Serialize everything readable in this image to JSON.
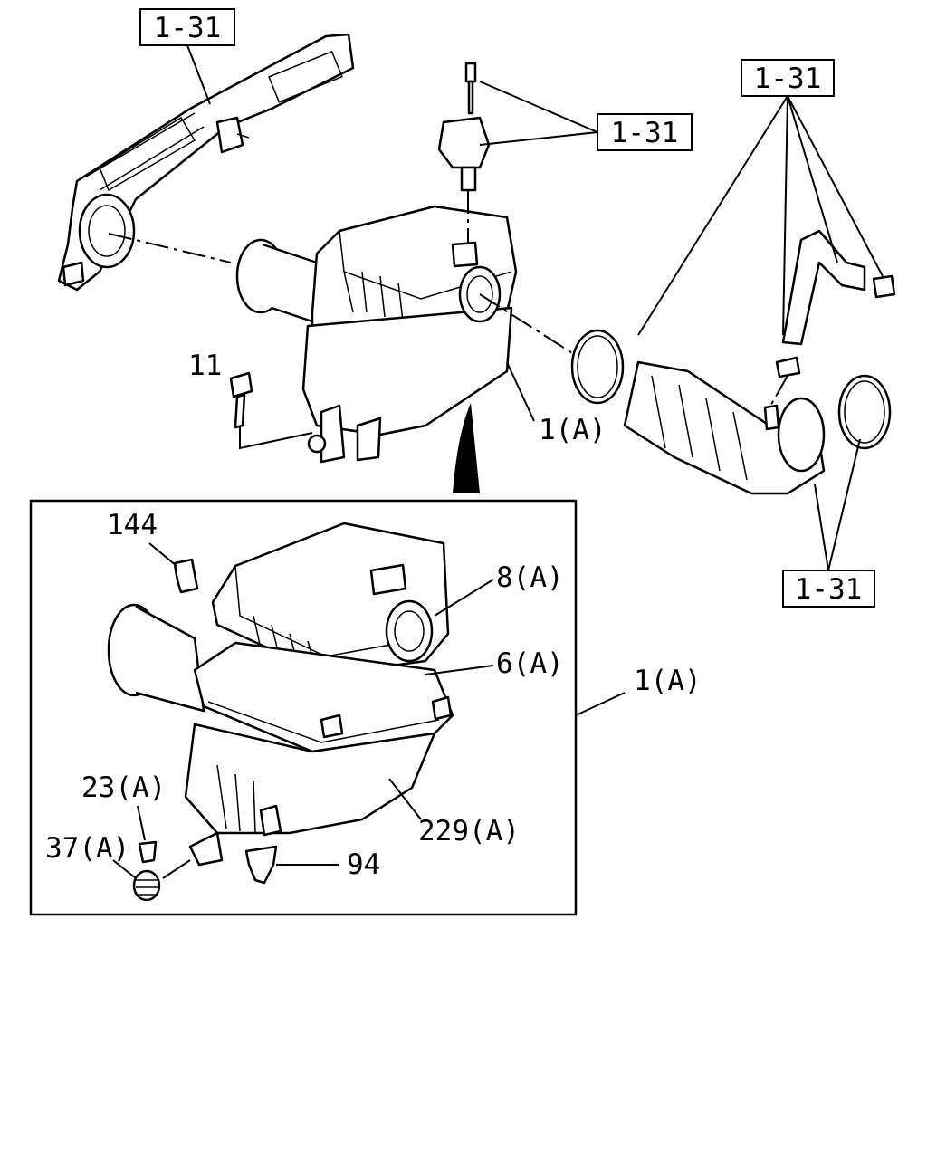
{
  "ref_boxes": [
    "1-31",
    "1-31",
    "1-31",
    "1-31"
  ],
  "labels": {
    "bolt_11": "11",
    "assembly_top": "1(A)",
    "assembly_inset": "1(A)",
    "clip_144": "144",
    "part_8A": "8(A)",
    "part_6A": "6(A)",
    "part_229A": "229(A)",
    "part_23A": "23(A)",
    "part_37A": "37(A)",
    "part_94": "94"
  }
}
